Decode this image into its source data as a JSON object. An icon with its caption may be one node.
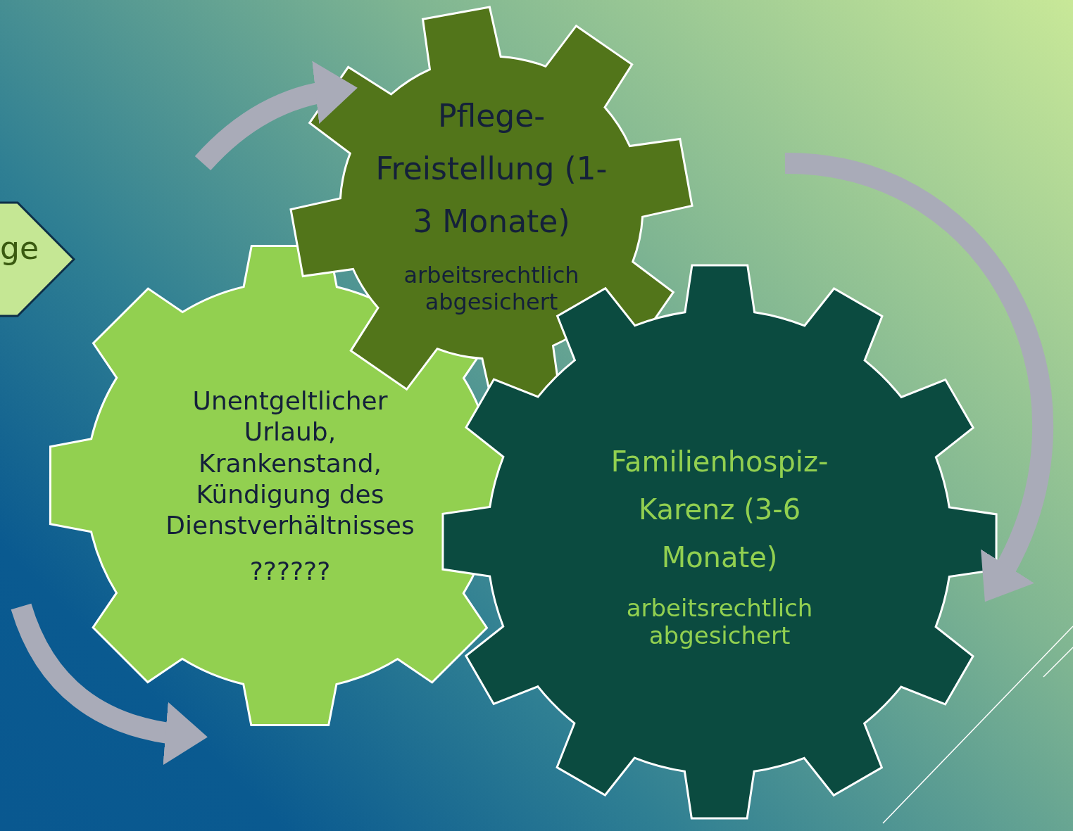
{
  "diagram": {
    "nodes": [
      {
        "text": [
          "ge"
        ]
      },
      {
        "text": [
          "Pflege- Freistellung (1-3 Monate)",
          "arbeitsrechtlich abgesichert"
        ]
      },
      {
        "text": [
          "Unentgeltlicher Urlaub, Krankenstand, Kündigung des Dienstverhältnisses",
          "??????"
        ]
      },
      {
        "text": [
          "Familienhospiz- Karenz (3-6 Monate)",
          "arbeitsrechtlich abgesichert"
        ]
      }
    ]
  }
}
